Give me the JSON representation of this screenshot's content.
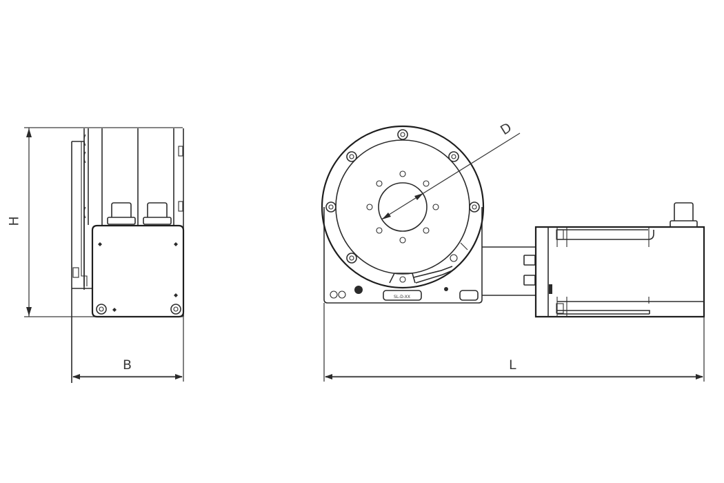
{
  "drawing": {
    "subject": "Rotary table with servo motor - dimension drawing",
    "views": [
      "side-view",
      "front-view"
    ],
    "dimensions": {
      "height": {
        "label": "H"
      },
      "width": {
        "label": "B"
      },
      "length": {
        "label": "L"
      },
      "diameter": {
        "label": "D"
      }
    },
    "nameplate_text": "SL-D-XX",
    "colors": {
      "line": "#2b2b2b",
      "background": "#ffffff",
      "label": "#3a3a3a"
    }
  }
}
